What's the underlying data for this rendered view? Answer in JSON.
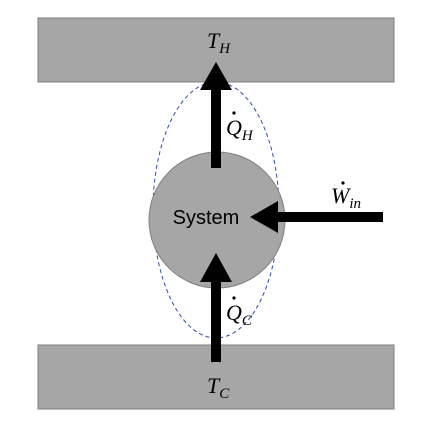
{
  "diagram": {
    "system_label": "System",
    "hot_reservoir": {
      "symbol": "T",
      "subscript": "H"
    },
    "cold_reservoir": {
      "symbol": "T",
      "subscript": "C"
    },
    "heat_out": {
      "symbol": "Q",
      "subscript": "H"
    },
    "heat_in": {
      "symbol": "Q",
      "subscript": "C"
    },
    "work_in": {
      "symbol": "W",
      "subscript": "in"
    }
  },
  "colors": {
    "reservoir_fill": "#a6a6a6",
    "reservoir_stroke": "#7f7f7f",
    "system_fill": "#a6a6a6",
    "system_stroke": "#7f7f7f",
    "boundary_stroke": "#2f4f9f",
    "arrow": "#000000"
  }
}
